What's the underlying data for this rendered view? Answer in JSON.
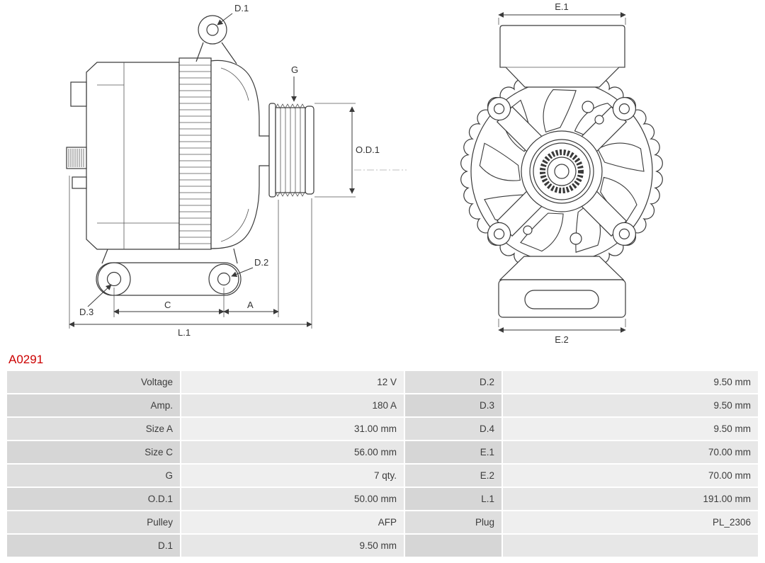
{
  "part_number": "A0291",
  "diagram": {
    "side": {
      "d1": "D.1",
      "g": "G",
      "od1": "O.D.1",
      "d2": "D.2",
      "d3": "D.3",
      "c": "C",
      "a": "A",
      "l1": "L.1"
    },
    "front": {
      "e1": "E.1",
      "e2": "E.2"
    }
  },
  "table": {
    "rows": [
      {
        "label1": "Voltage",
        "value1": "12 V",
        "label2": "D.2",
        "value2": "9.50 mm"
      },
      {
        "label1": "Amp.",
        "value1": "180 A",
        "label2": "D.3",
        "value2": "9.50 mm"
      },
      {
        "label1": "Size A",
        "value1": "31.00 mm",
        "label2": "D.4",
        "value2": "9.50 mm"
      },
      {
        "label1": "Size C",
        "value1": "56.00 mm",
        "label2": "E.1",
        "value2": "70.00 mm"
      },
      {
        "label1": "G",
        "value1": "7 qty.",
        "label2": "E.2",
        "value2": "70.00 mm"
      },
      {
        "label1": "O.D.1",
        "value1": "50.00 mm",
        "label2": "L.1",
        "value2": "191.00 mm"
      },
      {
        "label1": "Pulley",
        "value1": "AFP",
        "label2": "Plug",
        "value2": "PL_2306"
      },
      {
        "label1": "D.1",
        "value1": "9.50 mm",
        "label2": "",
        "value2": ""
      }
    ]
  },
  "colors": {
    "part_number": "#cc0000",
    "line": "#3a3a3a",
    "label_cell": "#dedede",
    "value_cell": "#efefef"
  }
}
